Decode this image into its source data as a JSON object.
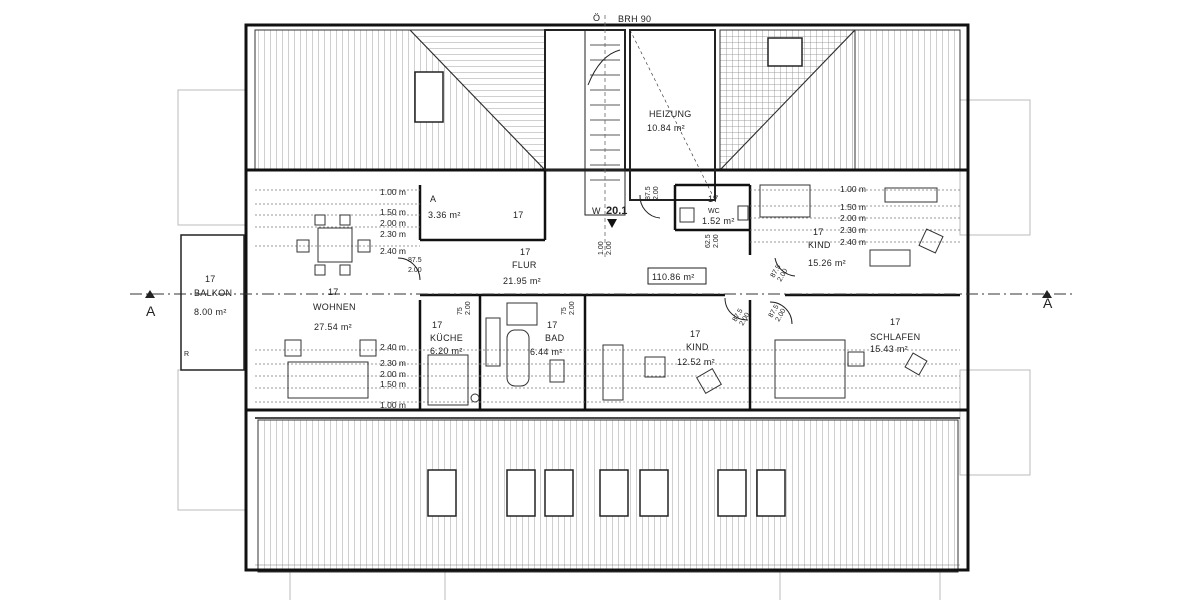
{
  "header": {
    "north_mark": "Ö",
    "brh": "BRH 90"
  },
  "section_marks": {
    "left": "A",
    "right": "A"
  },
  "rooms": [
    {
      "id": "balkon",
      "number": "17",
      "name": "BALKON",
      "area": "8.00 m²"
    },
    {
      "id": "wohnen",
      "number": "17",
      "name": "WOHNEN",
      "area": "27.54 m²"
    },
    {
      "id": "abstell",
      "number": "A",
      "name": "",
      "area": "3.36 m²",
      "extra": "17"
    },
    {
      "id": "flur",
      "number": "17",
      "name": "FLUR",
      "area": "21.95 m²"
    },
    {
      "id": "heizung",
      "number": "",
      "name": "HEIZUNG",
      "area": "10.84 m²"
    },
    {
      "id": "wc",
      "number": "17",
      "name": "WC",
      "area": "1.52 m²"
    },
    {
      "id": "kind-right",
      "number": "17",
      "name": "KIND",
      "area": "15.26 m²"
    },
    {
      "id": "kueche",
      "number": "17",
      "name": "KÜCHE",
      "area": "6.20 m²"
    },
    {
      "id": "bad",
      "number": "17",
      "name": "BAD",
      "area": "6.44 m²"
    },
    {
      "id": "kind-mid",
      "number": "17",
      "name": "KIND",
      "area": "12.52 m²"
    },
    {
      "id": "schlafen",
      "number": "17",
      "name": "SCHLAFEN",
      "area": "15.43 m²"
    }
  ],
  "total_area": "110.86 m²",
  "entrance": {
    "label": "W",
    "value": "20.1"
  },
  "balcony_r": "R",
  "height_lines": {
    "wohnen_top": [
      "1.00 m",
      "1.50 m",
      "2.00 m",
      "2.30 m",
      "2.40 m"
    ],
    "wohnen_bottom": [
      "2.40 m",
      "2.30 m",
      "2.00 m",
      "1.50 m",
      "1.00 m"
    ],
    "kind_right": [
      "1.00 m",
      "1.50 m",
      "2.00 m",
      "2.30 m",
      "2.40 m"
    ]
  },
  "door_dims": [
    {
      "a": "87.5",
      "b": "2.00"
    },
    {
      "a": "87.5",
      "b": "2.00"
    },
    {
      "a": "75",
      "b": "2.00"
    },
    {
      "a": "75",
      "b": "2.00"
    },
    {
      "a": "1.00",
      "b": "2.00"
    },
    {
      "a": "62.5",
      "b": "2.00"
    },
    {
      "a": "87.5",
      "b": "2.00"
    },
    {
      "a": "87.5",
      "b": "2.00"
    },
    {
      "a": "87.5",
      "b": "2.00"
    }
  ]
}
